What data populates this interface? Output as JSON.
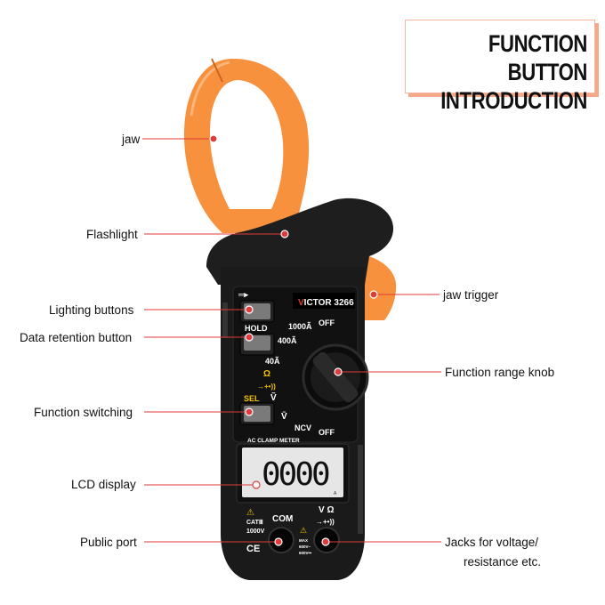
{
  "title": {
    "line1": "FUNCTION BUTTON",
    "line2": "INTRODUCTION"
  },
  "callouts": {
    "jaw": "jaw",
    "flashlight": "Flashlight",
    "jaw_trigger": "jaw trigger",
    "lighting_buttons": "Lighting buttons",
    "data_retention_button": "Data retention button",
    "function_range_knob": "Function range knob",
    "function_switching": "Function switching",
    "lcd_display": "LCD display",
    "public_port": "Public port",
    "jacks_line1": "Jacks for voltage/",
    "jacks_line2": "resistance etc."
  },
  "device": {
    "brand": "VICTOR",
    "model": "3266",
    "hold_label": "HOLD",
    "sel_label": "SEL",
    "range_1000a": "1000Ã",
    "range_400a": "400Ã",
    "range_40a": "40Ã",
    "off_top": "OFF",
    "off_bottom": "OFF",
    "ncv": "NCV",
    "ohm": "Ω",
    "v_ac": "Ṽ",
    "v_dc": "V̄",
    "subtitle": "AC CLAMP METER",
    "lcd_value": "0000",
    "lcd_unit": "A",
    "com": "COM",
    "cat": "CATⅢ",
    "cat_voltage": "1000V",
    "ce": "CE",
    "vo_label": "V  Ω",
    "max_label": "MAX",
    "max_v1": "600V~",
    "max_v2": "600V⎓"
  },
  "colors": {
    "jaw": "#f7913d",
    "body": "#1c1c1c",
    "callout_line": "#e03a3a",
    "title_shadow": "#f6a98a"
  }
}
